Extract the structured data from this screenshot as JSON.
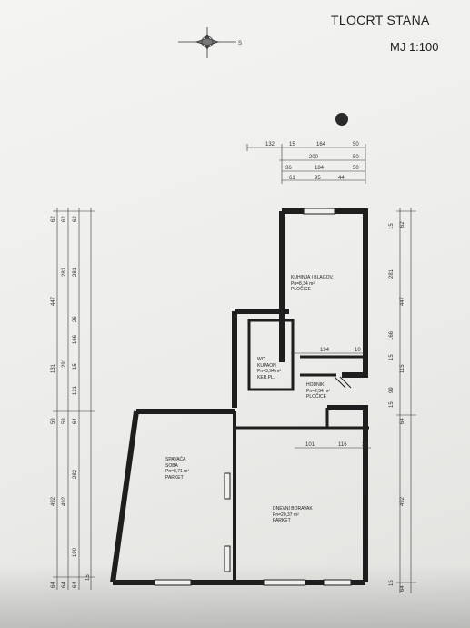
{
  "header": {
    "title": "TLOCRT STANA",
    "scale": "MJ 1:100"
  },
  "compass": {
    "icon": "north-arrow-icon",
    "mark": "S"
  },
  "rooms": [
    {
      "id": "kitchen",
      "lines": [
        "KUHINJA I BLAGOV.",
        "Pn=8,34 m²",
        "PLOČICE"
      ]
    },
    {
      "id": "wc",
      "lines": [
        "WC",
        "KUPAON",
        "Pn=3,94 m²",
        "KER.PL."
      ]
    },
    {
      "id": "hallway",
      "lines": [
        "HODNIK",
        "Pn=2,54 m²",
        "PLOČICE"
      ]
    },
    {
      "id": "bedroom",
      "lines": [
        "SPAVAĆA",
        "SOBA",
        "Pn=8,71 m²",
        "PARKET"
      ]
    },
    {
      "id": "living",
      "lines": [
        "DNEVNI BORAVAK",
        "Pn=20,37 m²",
        "PARKET"
      ]
    }
  ],
  "dimensions": {
    "top_row1": [
      "132",
      "15",
      "164",
      "50"
    ],
    "top_row2": [
      "200",
      "50"
    ],
    "top_row3": [
      "36",
      "184",
      "50"
    ],
    "top_row4": [
      "61",
      "95",
      "44"
    ],
    "left_col1": [
      "62",
      "447",
      "131",
      "59",
      "492",
      "64"
    ],
    "left_col2": [
      "62",
      "281",
      "291",
      "59",
      "492",
      "64"
    ],
    "left_col3": [
      "62",
      "281",
      "26",
      "166",
      "15",
      "131",
      "64",
      "282",
      "190",
      "64",
      "15"
    ],
    "right_col1": [
      "15",
      "62",
      "281",
      "447",
      "166",
      "15",
      "115",
      "99",
      "15",
      "64",
      "492",
      "15",
      "64"
    ],
    "inner": [
      "194",
      "10",
      "101",
      "116",
      "22"
    ]
  },
  "colors": {
    "ink": "#1e1e1e",
    "paper": "#f0f0ee"
  }
}
